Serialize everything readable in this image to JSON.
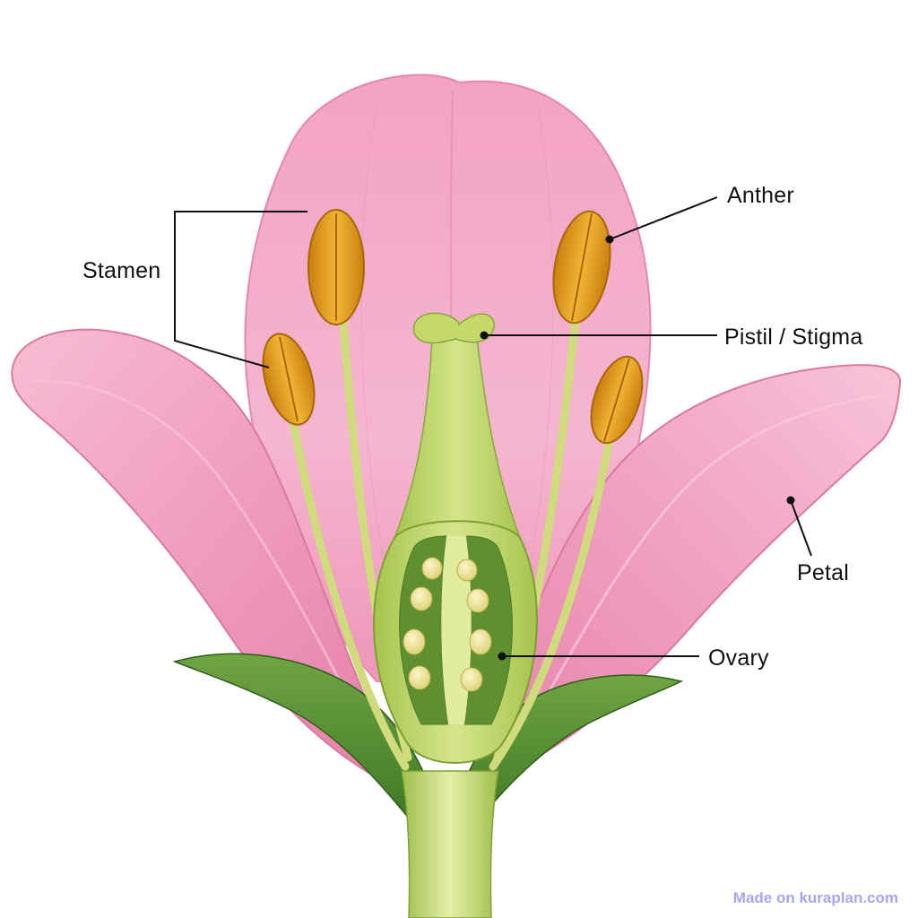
{
  "labels": {
    "stamen": "Stamen",
    "anther": "Anther",
    "pistil_stigma": "Pistil / Stigma",
    "petal": "Petal",
    "ovary": "Ovary"
  },
  "watermark": "Made on kuraplan.com",
  "colors": {
    "petal": "#ef9bbd",
    "petal_dark": "#e07aa3",
    "petal_light": "#f8c9db",
    "anther": "#e3a01e",
    "filament": "#d9e48f",
    "pistil": "#b7cf5a",
    "ovule": "#eee58f",
    "sepal": "#4e8a2e",
    "leader_line": "#111111"
  }
}
